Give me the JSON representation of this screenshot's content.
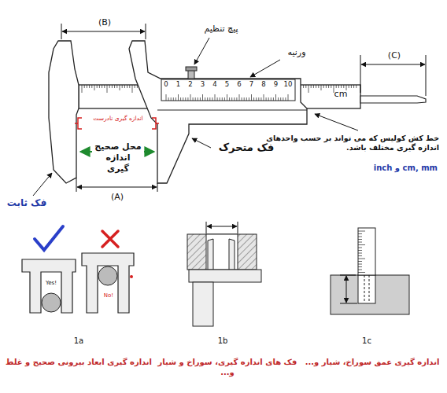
{
  "diagram": {
    "labels": [
      "(B)",
      "پیچ تنظیم",
      "ورنیه",
      "(C)",
      "0",
      "1",
      "2",
      "3",
      "4",
      "5",
      "6",
      "7",
      "8",
      "9",
      "10",
      "cm",
      "اندازه گیری نادرست",
      "محل صحیح اندازه گیری",
      "فک متحرک",
      "خط کش کولیس که می تواند بر حسب واحدهای اندازه گیری مختلف باشد.",
      "cm, mm و inch",
      "(A)",
      "فک ثابت",
      "Yes!",
      "No!",
      "1a",
      "1b",
      "1c",
      "اندازه گیری ابعاد بیرونی صحیح و غلط",
      "فک های اندازه گیری، سوراخ و شیار و...",
      "اندازه گیری عمق سوراخ، شیار و..."
    ]
  }
}
